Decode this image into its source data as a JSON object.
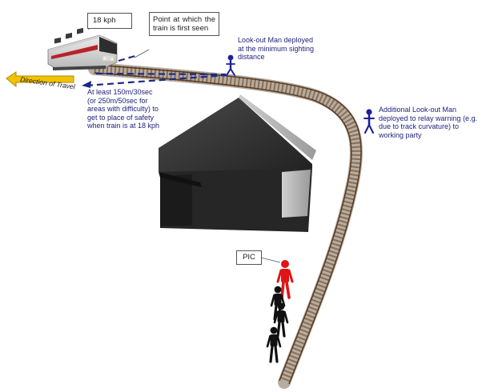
{
  "labels": {
    "speed": "18 kph",
    "first_seen": "Point at which the train is first seen",
    "lookout_min": "Look-out Man deployed at the minimum sighting distance",
    "direction": "Direction of Travel",
    "safety_time": "At least 150m/30sec (or 250m/50sec for areas with difficulty) to get to place of safety when train is at 18 kph",
    "additional_lookout": "Additional Look-out Man deployed to relay warning (e.g. due to track curvature) to working party",
    "pic": "PIC"
  },
  "colors": {
    "navy_text": "#1c1f7a",
    "lookout_figure": "#1c1f9a",
    "pic_figure": "#e01414",
    "worker_figure": "#111111",
    "direction_arrow": "#f2c200",
    "building": "#2a2a2a",
    "rail": "#6b4a2a"
  }
}
